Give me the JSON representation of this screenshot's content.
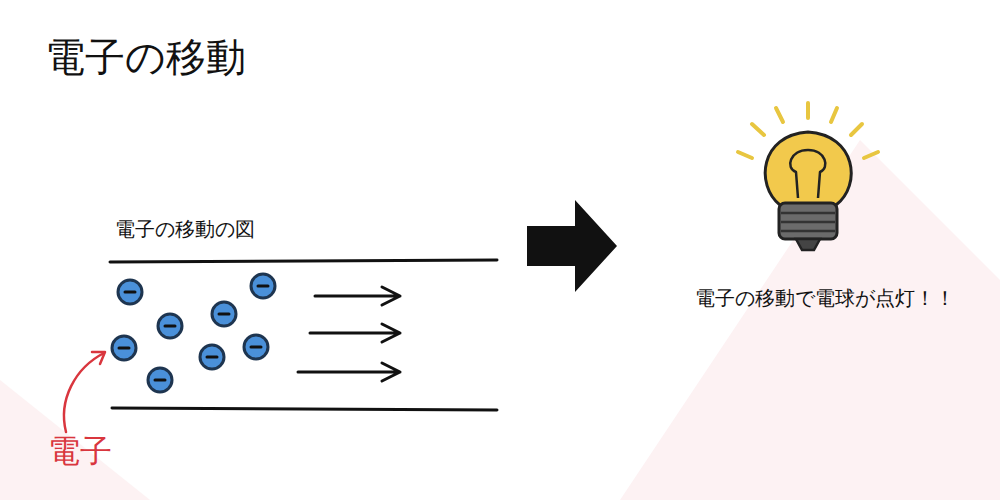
{
  "diagram": {
    "title": "電子の移動",
    "labels": [
      "電子の移動の図",
      "電子",
      "電子の移動で電球が点灯！！"
    ]
  }
}
